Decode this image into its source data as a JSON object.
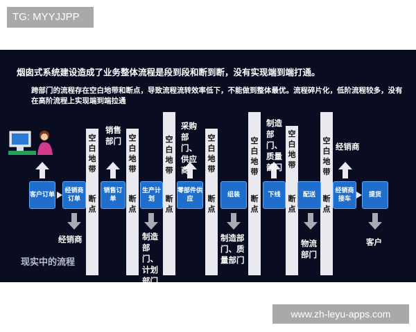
{
  "tag": "TG: MYYJJPP",
  "watermark": "www.zh-leyu-apps.com",
  "title": "烟囱式系统建设造成了业务整体流程是段到段和断到断，没有实现端到端打通。",
  "subtitle": "跨部门的流程存在空白地带和断点，导致流程流转效率低下，不能做到整体最优。流程碎片化，低阶流程较多，没有在高阶流程上实现端到端拉通",
  "gap_label": "空白地带",
  "break_label": "断点",
  "footer": "现实中的流程",
  "boxes": [
    "客户订单",
    "经销商订单",
    "销售订单",
    "生产计划",
    "零部件供应",
    "组装",
    "下线",
    "配送",
    "经销商接车",
    "提货"
  ],
  "up_labels": [
    "销售部门",
    "采购部门、供应商",
    "制造部门、质量部门",
    "经销商"
  ],
  "down_labels": [
    "经销商",
    "制造部门、计划部门",
    "制造部门、质量部门",
    "物流部门",
    "客户"
  ],
  "colors": {
    "panel_bg": "#0a0d22",
    "box": "#1f6ecb",
    "bar": "#e9e9ef",
    "tag_bg": "#a9a9a9"
  }
}
